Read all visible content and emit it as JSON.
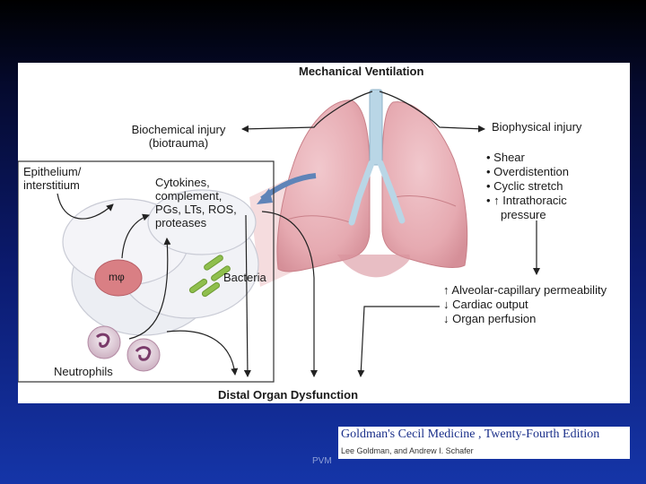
{
  "diagram": {
    "title": "Mechanical Ventilation",
    "left_branch": {
      "line1": "Biochemical injury",
      "line2": "(biotrauma)"
    },
    "right_branch": "Biophysical injury",
    "biophysical_items": [
      "• Shear",
      "• Overdistention",
      "• Cyclic stretch",
      "• ↑ Intrathoracic",
      "pressure"
    ],
    "epithelium": {
      "line1": "Epithelium/",
      "line2": "interstitium"
    },
    "mediators": [
      "Cytokines,",
      "complement,",
      "PGs, LTs, ROS,",
      "proteases"
    ],
    "macrophage": "mφ",
    "bacteria": "Bacteria",
    "neutrophils": "Neutrophils",
    "effects": [
      "↑ Alveolar-capillary permeability",
      "↓ Cardiac output",
      "↓ Organ perfusion"
    ],
    "outcome": "Distal Organ Dysfunction"
  },
  "citation": {
    "title": "Goldman's Cecil Medicine , Twenty-Fourth Edition",
    "authors": "Lee Goldman, and Andrew I. Schafer"
  },
  "footer": {
    "label": "PVM"
  },
  "colors": {
    "lung": "#e9b4ba",
    "lung_shadow": "#d9939c",
    "airway": "#b9d6e6",
    "alveolus": "#eeeff4",
    "macrophage": "#d97f84",
    "bacteria": "#8fbf4d",
    "text": "#1a1a1a",
    "arrow": "#222222",
    "cited_title": "#1a2f8a"
  }
}
